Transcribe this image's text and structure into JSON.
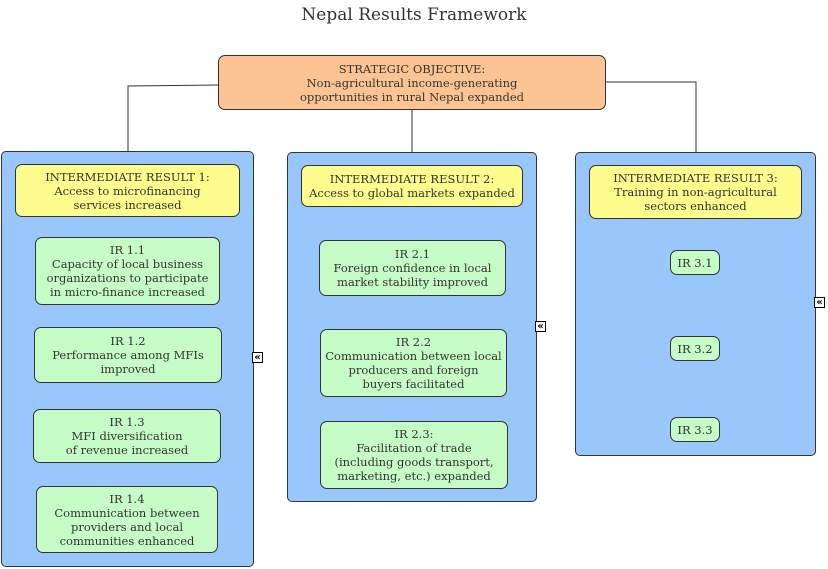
{
  "title": "Nepal Results Framework",
  "strategic": {
    "lines": [
      "STRATEGIC OBJECTIVE:",
      "Non-agricultural income-generating",
      "opportunities in rural Nepal expanded"
    ]
  },
  "columns": [
    {
      "ir": {
        "lines": [
          "INTERMEDIATE RESULT 1:",
          "Access to microfinancing",
          "services increased"
        ]
      },
      "subs": [
        {
          "lines": [
            "IR 1.1",
            "Capacity of local business",
            "organizations to participate",
            "in micro-finance increased"
          ]
        },
        {
          "lines": [
            "IR 1.2",
            "Performance among MFIs",
            "improved"
          ]
        },
        {
          "lines": [
            "IR 1.3",
            "MFI diversification",
            "of revenue increased"
          ]
        },
        {
          "lines": [
            "IR 1.4",
            "Communication between",
            "providers and local",
            "communities enhanced"
          ]
        }
      ]
    },
    {
      "ir": {
        "lines": [
          "INTERMEDIATE RESULT 2:",
          "Access to global markets expanded"
        ]
      },
      "subs": [
        {
          "lines": [
            "IR 2.1",
            "Foreign confidence in local",
            "market stability improved"
          ]
        },
        {
          "lines": [
            "IR 2.2",
            "Communication between local",
            "producers and foreign",
            "buyers facilitated"
          ]
        },
        {
          "lines": [
            "IR 2.3:",
            "Facilitation of trade",
            "(including goods transport,",
            "marketing, etc.) expanded"
          ]
        }
      ]
    },
    {
      "ir": {
        "lines": [
          "INTERMEDIATE RESULT 3:",
          "Training in non-agricultural",
          "sectors enhanced"
        ]
      },
      "subs": [
        {
          "lines": [
            "IR 3.1"
          ]
        },
        {
          "lines": [
            "IR 3.2"
          ]
        },
        {
          "lines": [
            "IR 3.3"
          ]
        }
      ]
    }
  ],
  "collapse_glyph": "«",
  "colors": {
    "strategic": "#fcc493",
    "panel": "#99c7fb",
    "intermediate": "#fdfc8c",
    "sub_result": "#c6fdc6"
  }
}
